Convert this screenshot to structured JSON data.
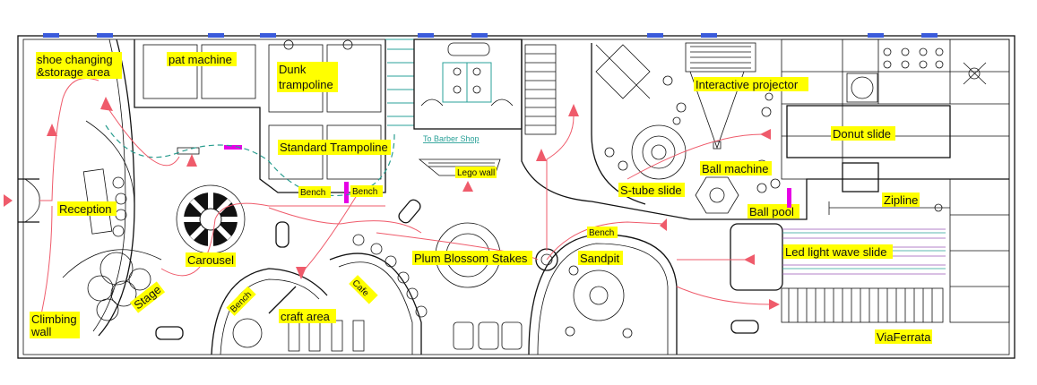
{
  "labels": {
    "shoe": [
      "shoe changing",
      "&storage area"
    ],
    "pat_machine": "pat machine",
    "dunk": [
      "Dunk",
      "trampoline"
    ],
    "standard_trampoline": "Standard Trampoline",
    "bench_top_left": "Bench",
    "bench_top_right": "Bench",
    "to_barber": "To Barber Shop",
    "lego_wall": "Lego wall",
    "interactive_projector": "Interactive projector",
    "donut_slide": "Donut slide",
    "ball_machine": "Ball machine",
    "stube_slide": "S-tube slide",
    "ball_pool": "Ball pool",
    "zipline": "Zipline",
    "reception": "Reception",
    "carousel": "Carousel",
    "stage": "Stage",
    "climbing": [
      "Climbing",
      "wall"
    ],
    "bench_craft": "Bench",
    "craft_area": "craft area",
    "cafe": "Cafe",
    "plum": "Plum Blossom Stakes",
    "bench_sandpit": "Bench",
    "sandpit": "Sandpit",
    "led_slide": "Led light wave slide",
    "viaferrata": "ViaFerrata"
  },
  "colors": {
    "highlight": "#ffff00",
    "route": "#ef5b6b",
    "window": "#3b5bdb",
    "bench_marker": "#e600e6",
    "teal": "#2aa198"
  },
  "icons": [
    "car-toy-icon",
    "shell-icon",
    "table-icon",
    "arrow-icon"
  ]
}
